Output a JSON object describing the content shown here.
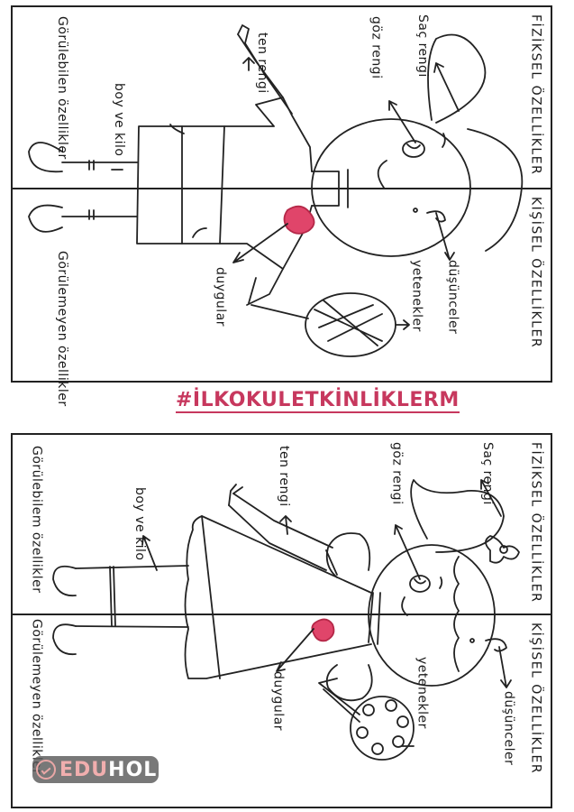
{
  "worksheet": {
    "hashtag": "#İLKOKULETKİNLİKLERM",
    "accent_color": "#c7385e",
    "heart_color": "#e0456a",
    "watermark": {
      "part1": "EDU",
      "part2": "HOL"
    },
    "panels": [
      {
        "figure": "boy",
        "headers": {
          "physical": "FİZİKSEL ÖZELLİKLER",
          "personal": "KİŞİSEL ÖZELLİKLER"
        },
        "side_labels": {
          "visible": "Görülebilen özellikler",
          "invisible": "Görülemeyen özellikler"
        },
        "labels": {
          "hair": "Saç rengi",
          "eye": "göz rengi",
          "skin": "ten rengi",
          "height_weight": "boy ve kilo",
          "thoughts": "düşünceler",
          "talents": "yetenekler",
          "feelings": "duygular"
        },
        "talent_item": "tennis-racket"
      },
      {
        "figure": "girl",
        "headers": {
          "physical": "FİZİKSEL ÖZELLİKLER",
          "personal": "KİŞİSEL ÖZELLİKLER"
        },
        "side_labels": {
          "visible": "Görülebilem özellikler",
          "invisible": "Görülemeyen özellikler"
        },
        "labels": {
          "hair": "Saç rengi",
          "eye": "göz rengi",
          "skin": "ten rengi",
          "height_weight": "boy ve kilo",
          "thoughts": "düşünceler",
          "talents": "yetenekler",
          "feelings": "duygular"
        },
        "talent_item": "paint-palette"
      }
    ]
  }
}
